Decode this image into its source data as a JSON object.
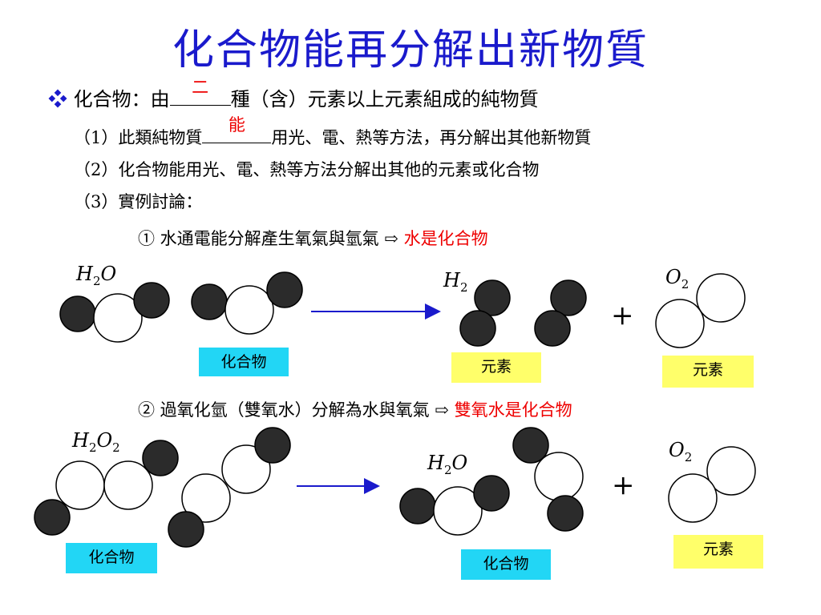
{
  "title": "化合物能再分解出新物質",
  "bullet": {
    "icon": "diamond-bullet-icon",
    "prefix": "化合物：由",
    "blank_answer": "二",
    "suffix": "種（含）元素以上元素組成的純物質"
  },
  "items": [
    {
      "prefix": "（1）此類純物質",
      "blank_answer": "能",
      "suffix": "用光、電、熱等方法，再分解出其他新物質"
    },
    {
      "text": "（2）化合物能用光、電、熱等方法分解出其他的元素或化合物"
    },
    {
      "text": "（3）實例討論："
    }
  ],
  "examples": [
    {
      "text": "① 水通電能分解產生氧氣與氫氣 ⇨ ",
      "conclusion": "水是化合物"
    },
    {
      "text": "② 過氧化氫（雙氧水）分解為水與氧氣 ⇨ ",
      "conclusion": "雙氧水是化合物"
    }
  ],
  "diagram1": {
    "formula_reactant": "H",
    "formula_reactant_sub": "2",
    "formula_reactant_tail": "O",
    "formula_p1": "H",
    "formula_p1_sub": "2",
    "formula_p2": "O",
    "formula_p2_sub": "2",
    "label_reactant": "化合物",
    "label_p1": "元素",
    "label_p2": "元素",
    "plus": "+"
  },
  "diagram2": {
    "formula_reactant": "H",
    "formula_reactant_sub": "2",
    "formula_reactant_mid": "O",
    "formula_reactant_sub2": "2",
    "formula_p1": "H",
    "formula_p1_sub": "2",
    "formula_p1_tail": "O",
    "formula_p2": "O",
    "formula_p2_sub": "2",
    "label_reactant": "化合物",
    "label_p1": "化合物",
    "label_p2": "元素",
    "plus": "+"
  },
  "colors": {
    "title": "#1a1acc",
    "answer": "#e00000",
    "compound_label": "#22d6f5",
    "element_label": "#ffff6a",
    "arrow": "#1a1acc"
  }
}
